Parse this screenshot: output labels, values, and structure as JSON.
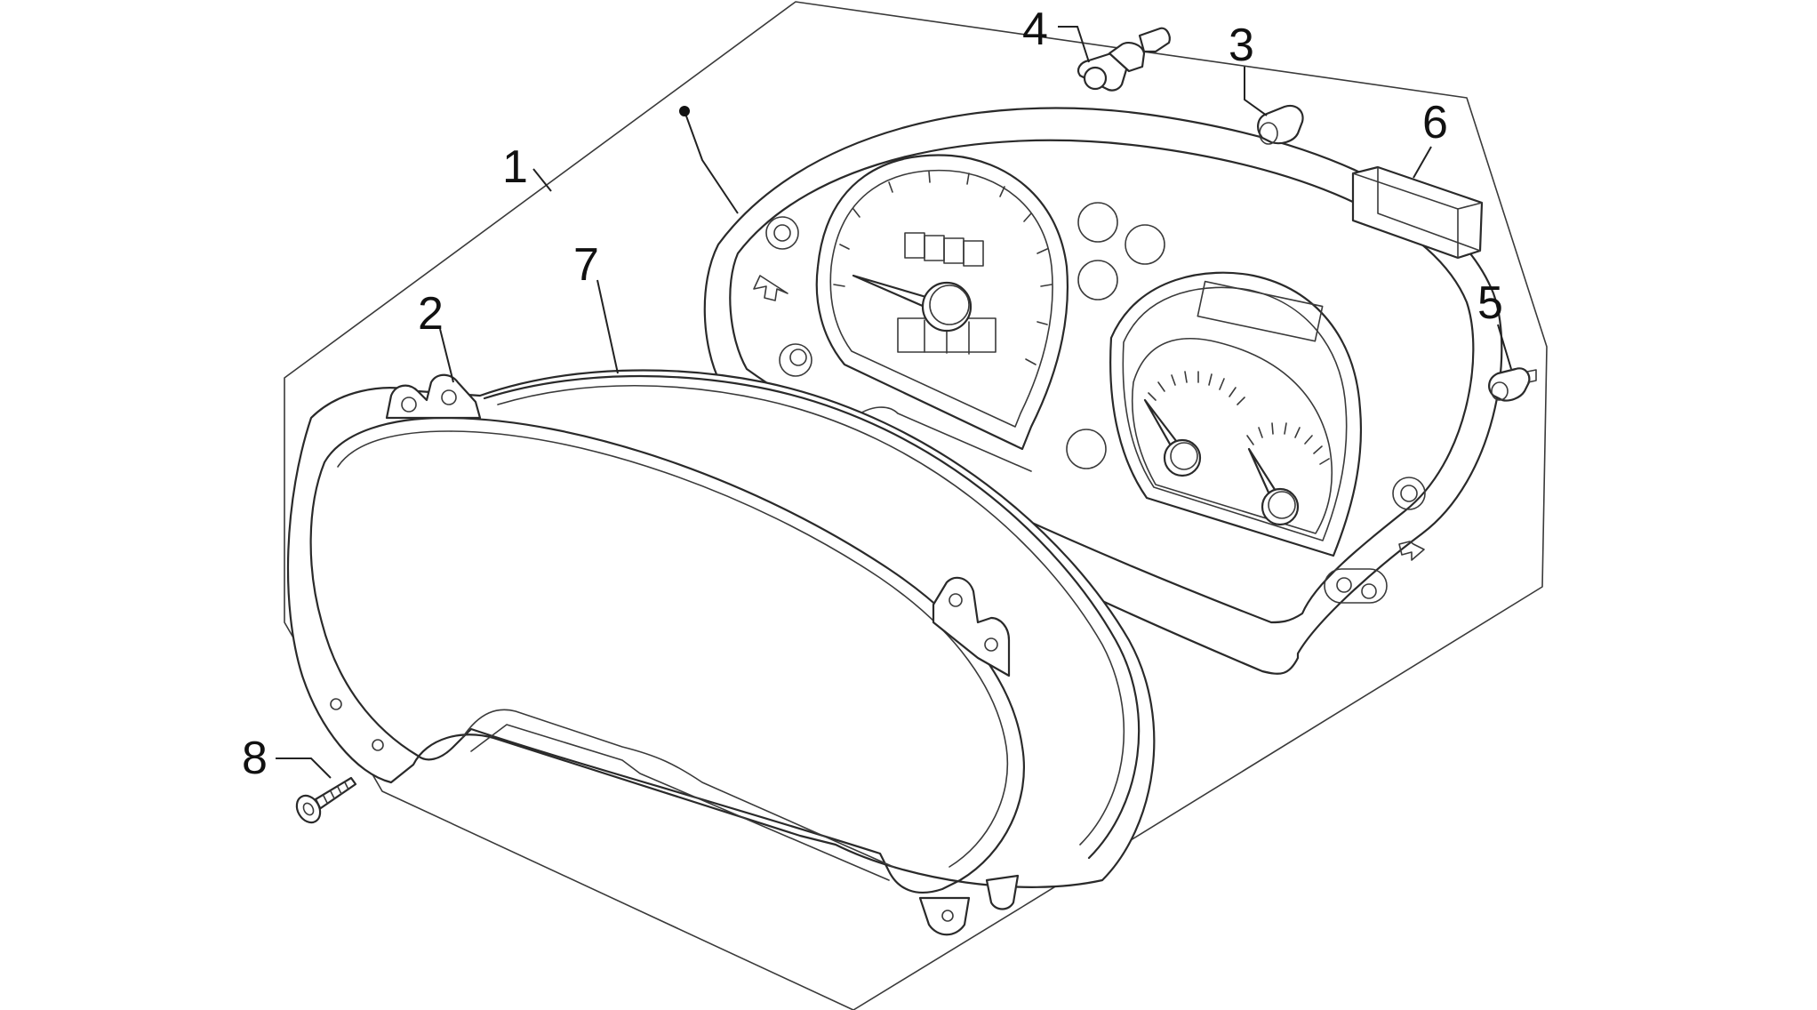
{
  "callouts": [
    {
      "id": "1",
      "label": "1"
    },
    {
      "id": "2",
      "label": "2"
    },
    {
      "id": "3",
      "label": "3"
    },
    {
      "id": "4",
      "label": "4"
    },
    {
      "id": "5",
      "label": "5"
    },
    {
      "id": "6",
      "label": "6"
    },
    {
      "id": "7",
      "label": "7"
    },
    {
      "id": "8",
      "label": "8"
    }
  ],
  "colors": {
    "line": "#2a2a2a",
    "background": "#ffffff"
  }
}
